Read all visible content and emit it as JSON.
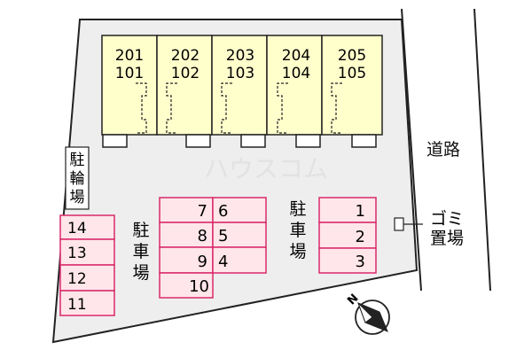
{
  "building": {
    "units": [
      {
        "upper": "201",
        "lower": "101"
      },
      {
        "upper": "202",
        "lower": "102"
      },
      {
        "upper": "203",
        "lower": "103"
      },
      {
        "upper": "204",
        "lower": "104"
      },
      {
        "upper": "205",
        "lower": "105"
      }
    ],
    "fill": "#ffffcc"
  },
  "bicycle_parking": {
    "label": [
      "駐",
      "輪",
      "場"
    ],
    "spaces": [
      "14",
      "13",
      "12",
      "11"
    ]
  },
  "parking_center": {
    "label": [
      "駐",
      "車",
      "場"
    ],
    "spaces_left": [
      "7",
      "8",
      "9",
      "10"
    ],
    "spaces_right": [
      "6",
      "5",
      "4"
    ]
  },
  "parking_right": {
    "label": [
      "駐",
      "車",
      "場"
    ],
    "spaces": [
      "1",
      "2",
      "3"
    ]
  },
  "garbage": {
    "line1": "ゴミ",
    "line2": "置場"
  },
  "road": {
    "label": "道路"
  },
  "watermark": "ハウスコム",
  "colors": {
    "lot": "#eeeeee",
    "space_fill": "#ffe6ea",
    "space_border": "#d9286a",
    "building_fill": "#ffffcc"
  }
}
